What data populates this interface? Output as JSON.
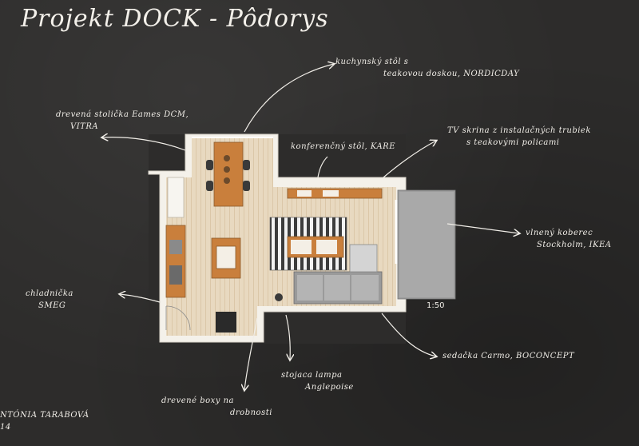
{
  "title": "Projekt DOCK - Pôdorys",
  "scale_label": "1:50",
  "labels": {
    "kitchen_table": [
      "kuchynský stôl s",
      "teakovou doskou, NORDICDAY"
    ],
    "eames_chair": [
      "drevená stolička Eames DCM,",
      "VITRA"
    ],
    "coffee_table": [
      "konferenčný stôl, KARE"
    ],
    "tv_unit": [
      "TV skrina z instalačných trubiek",
      "s teakovými policami"
    ],
    "rug": [
      "vlnený koberec",
      "Stockholm, IKEA"
    ],
    "fridge": [
      "chladnička",
      "SMEG"
    ],
    "floor_lamp": [
      "stojaca lampa",
      "Anglepoise"
    ],
    "sofa": [
      "sedačka Carmo, BOCONCEPT"
    ],
    "wood_boxes": [
      "drevené boxy na",
      "drobnosti"
    ],
    "author": [
      "NTÓNIA TARABOVÁ",
      "14"
    ]
  },
  "colors": {
    "board": "#2d2c2b",
    "wall": "#f2efe8",
    "floor": "#e9dcc6",
    "teak": "#c97f3c",
    "sofa": "#9a9a9a",
    "rug": "#cfcfcf",
    "ink": "#f1eee8"
  }
}
